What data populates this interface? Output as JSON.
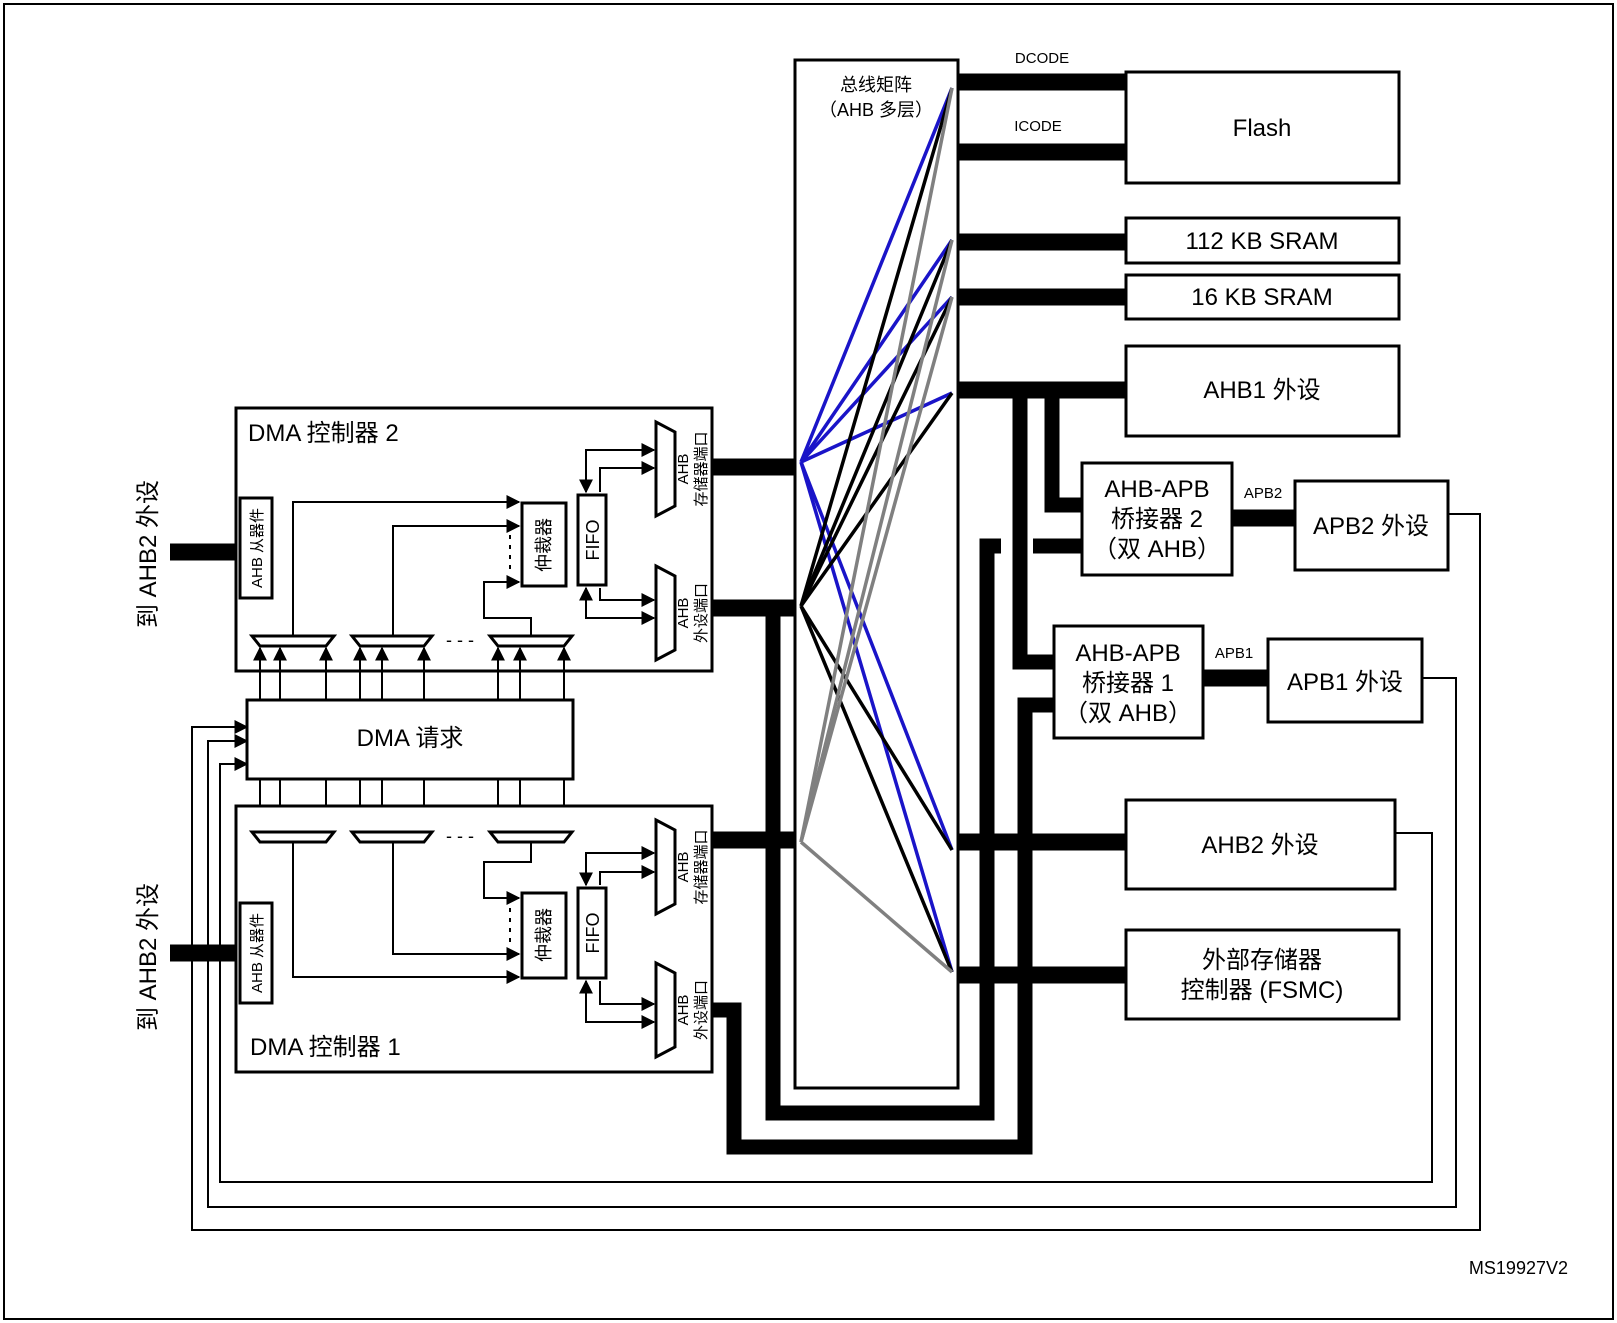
{
  "bus_matrix": {
    "line1": "总线矩阵",
    "line2": "（AHB 多层）"
  },
  "bus_labels": {
    "dcode": "DCODE",
    "icode": "ICODE",
    "apb2": "APB2",
    "apb1": "APB1"
  },
  "targets": {
    "flash": "Flash",
    "sram112": "112 KB SRAM",
    "sram16": "16 KB SRAM",
    "ahb1": "AHB1 外设",
    "bridge2": {
      "line1": "AHB-APB",
      "line2": "桥接器 2",
      "line3": "（双 AHB）"
    },
    "apb2_periph": "APB2 外设",
    "bridge1": {
      "line1": "AHB-APB",
      "line2": "桥接器 1",
      "line3": "（双 AHB）"
    },
    "apb1_periph": "APB1 外设",
    "ahb2": "AHB2 外设",
    "fsmc": {
      "line1": "外部存储器",
      "line2": "控制器 (FSMC)"
    }
  },
  "dma2": {
    "title": "DMA 控制器 2",
    "slave": "AHB 从器件",
    "arbiter": "仲裁器",
    "fifo": "FIFO",
    "mem_port": {
      "line1": "AHB",
      "line2": "存储器端口"
    },
    "periph_port": {
      "line1": "AHB",
      "line2": "外设端口"
    }
  },
  "dma1": {
    "title": "DMA 控制器 1",
    "slave": "AHB 从器件",
    "arbiter": "仲裁器",
    "fifo": "FIFO",
    "mem_port": {
      "line1": "AHB",
      "line2": "存储器端口"
    },
    "periph_port": {
      "line1": "AHB",
      "line2": "外设端口"
    }
  },
  "dma_request": "DMA 请求",
  "side_labels": {
    "top": "到 AHB2 外设",
    "bottom": "到 AHB2 外设"
  },
  "figure_id": "MS19927V2",
  "colors": {
    "blue": "#1a14c8",
    "gray": "#808080",
    "black": "#000000"
  }
}
